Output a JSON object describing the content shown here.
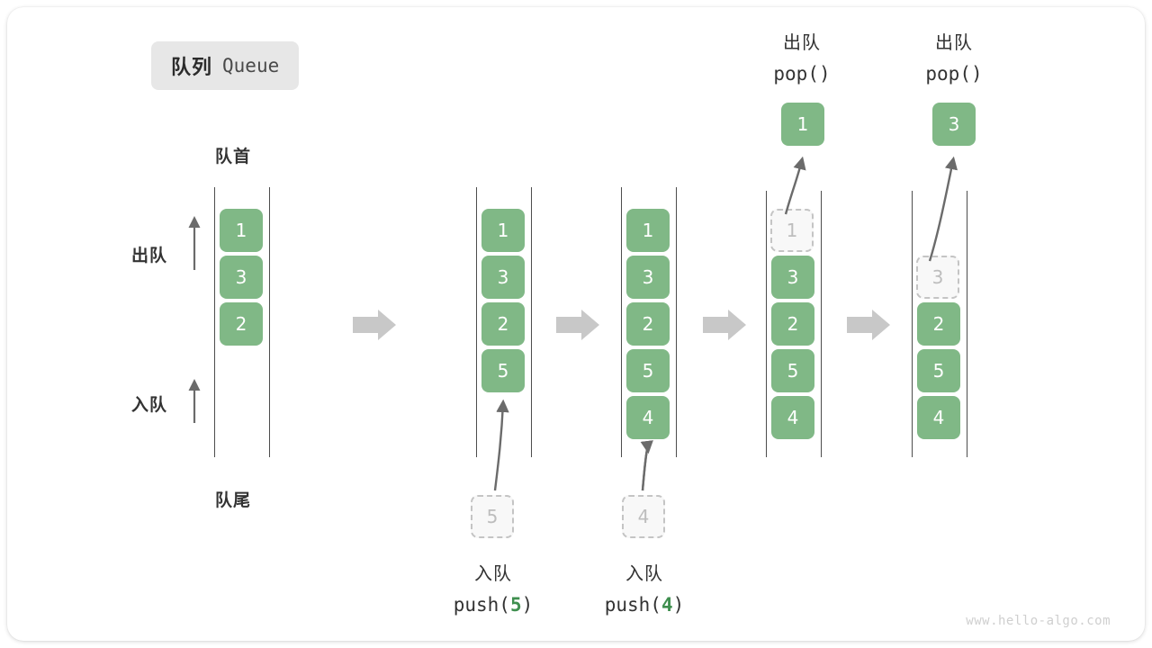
{
  "diagram": {
    "title_cn": "队列",
    "title_en": "Queue",
    "watermark": "www.hello-algo.com",
    "front_label": "队首",
    "rear_label": "队尾",
    "dequeue_label": "出队",
    "enqueue_label": "入队",
    "accent_green": "#80b886",
    "code_green": "#3f8f4f",
    "rail_color": "#4d4d4d",
    "arrow_gray": "#6b6b6b",
    "step_arrow_gray": "#c8c8c8",
    "ghost_fill": "#f8f8f8",
    "ghost_border": "#c4c4c4"
  },
  "stages": [
    {
      "id": "initial",
      "cells": [
        "1",
        "3",
        "2"
      ],
      "side_labels": [
        "出队",
        "入队"
      ],
      "top_label_cn": "队首",
      "bottom_label_cn": "队尾"
    },
    {
      "id": "push-5",
      "cells": [
        "1",
        "3",
        "2",
        "5"
      ],
      "op_cn": "入队",
      "op_code_prefix": "push(",
      "op_code_value": "5",
      "op_code_suffix": ")",
      "ghost_value": "5"
    },
    {
      "id": "push-4",
      "cells": [
        "1",
        "3",
        "2",
        "5",
        "4"
      ],
      "op_cn": "入队",
      "op_code_prefix": "push(",
      "op_code_value": "4",
      "op_code_suffix": ")",
      "ghost_value": "4"
    },
    {
      "id": "pop-1",
      "cells": [
        "3",
        "2",
        "5",
        "4"
      ],
      "op_cn": "出队",
      "op_code": "pop()",
      "ghost_value": "1",
      "popped_value": "1"
    },
    {
      "id": "pop-3",
      "cells": [
        "2",
        "5",
        "4"
      ],
      "op_cn": "出队",
      "op_code": "pop()",
      "ghost_value": "3",
      "popped_value": "3"
    }
  ]
}
